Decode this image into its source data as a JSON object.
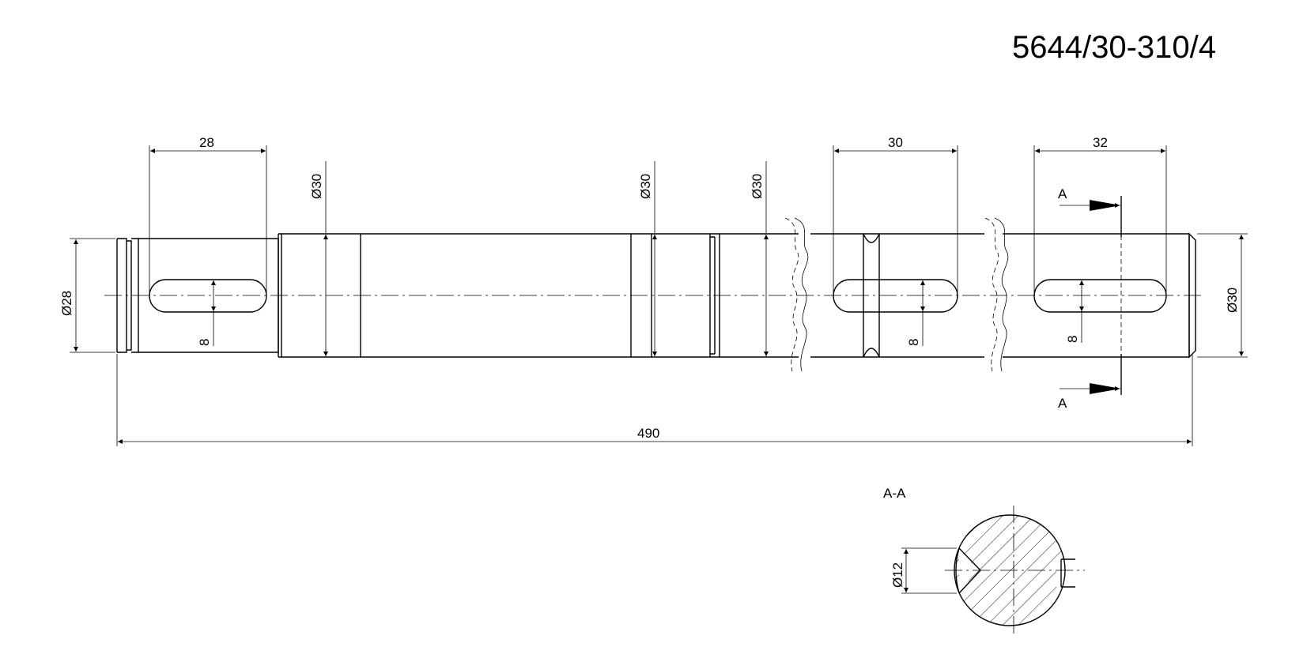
{
  "drawing_number": "5644/30-310/4",
  "dimensions": {
    "overall_length": "490",
    "left_end_diameter": "Ø28",
    "right_end_diameter": "Ø30",
    "step_diameter_1": "Ø30",
    "step_diameter_2": "Ø30",
    "step_diameter_3": "Ø30",
    "keyway_1_length": "28",
    "keyway_2_length": "30",
    "keyway_3_length": "32",
    "keyway_1_width": "8",
    "keyway_2_width": "8",
    "keyway_3_width": "8",
    "section_hole_diameter": "Ø12"
  },
  "section": {
    "marker_top": "A",
    "marker_bottom": "A",
    "view_label": "A-A"
  }
}
